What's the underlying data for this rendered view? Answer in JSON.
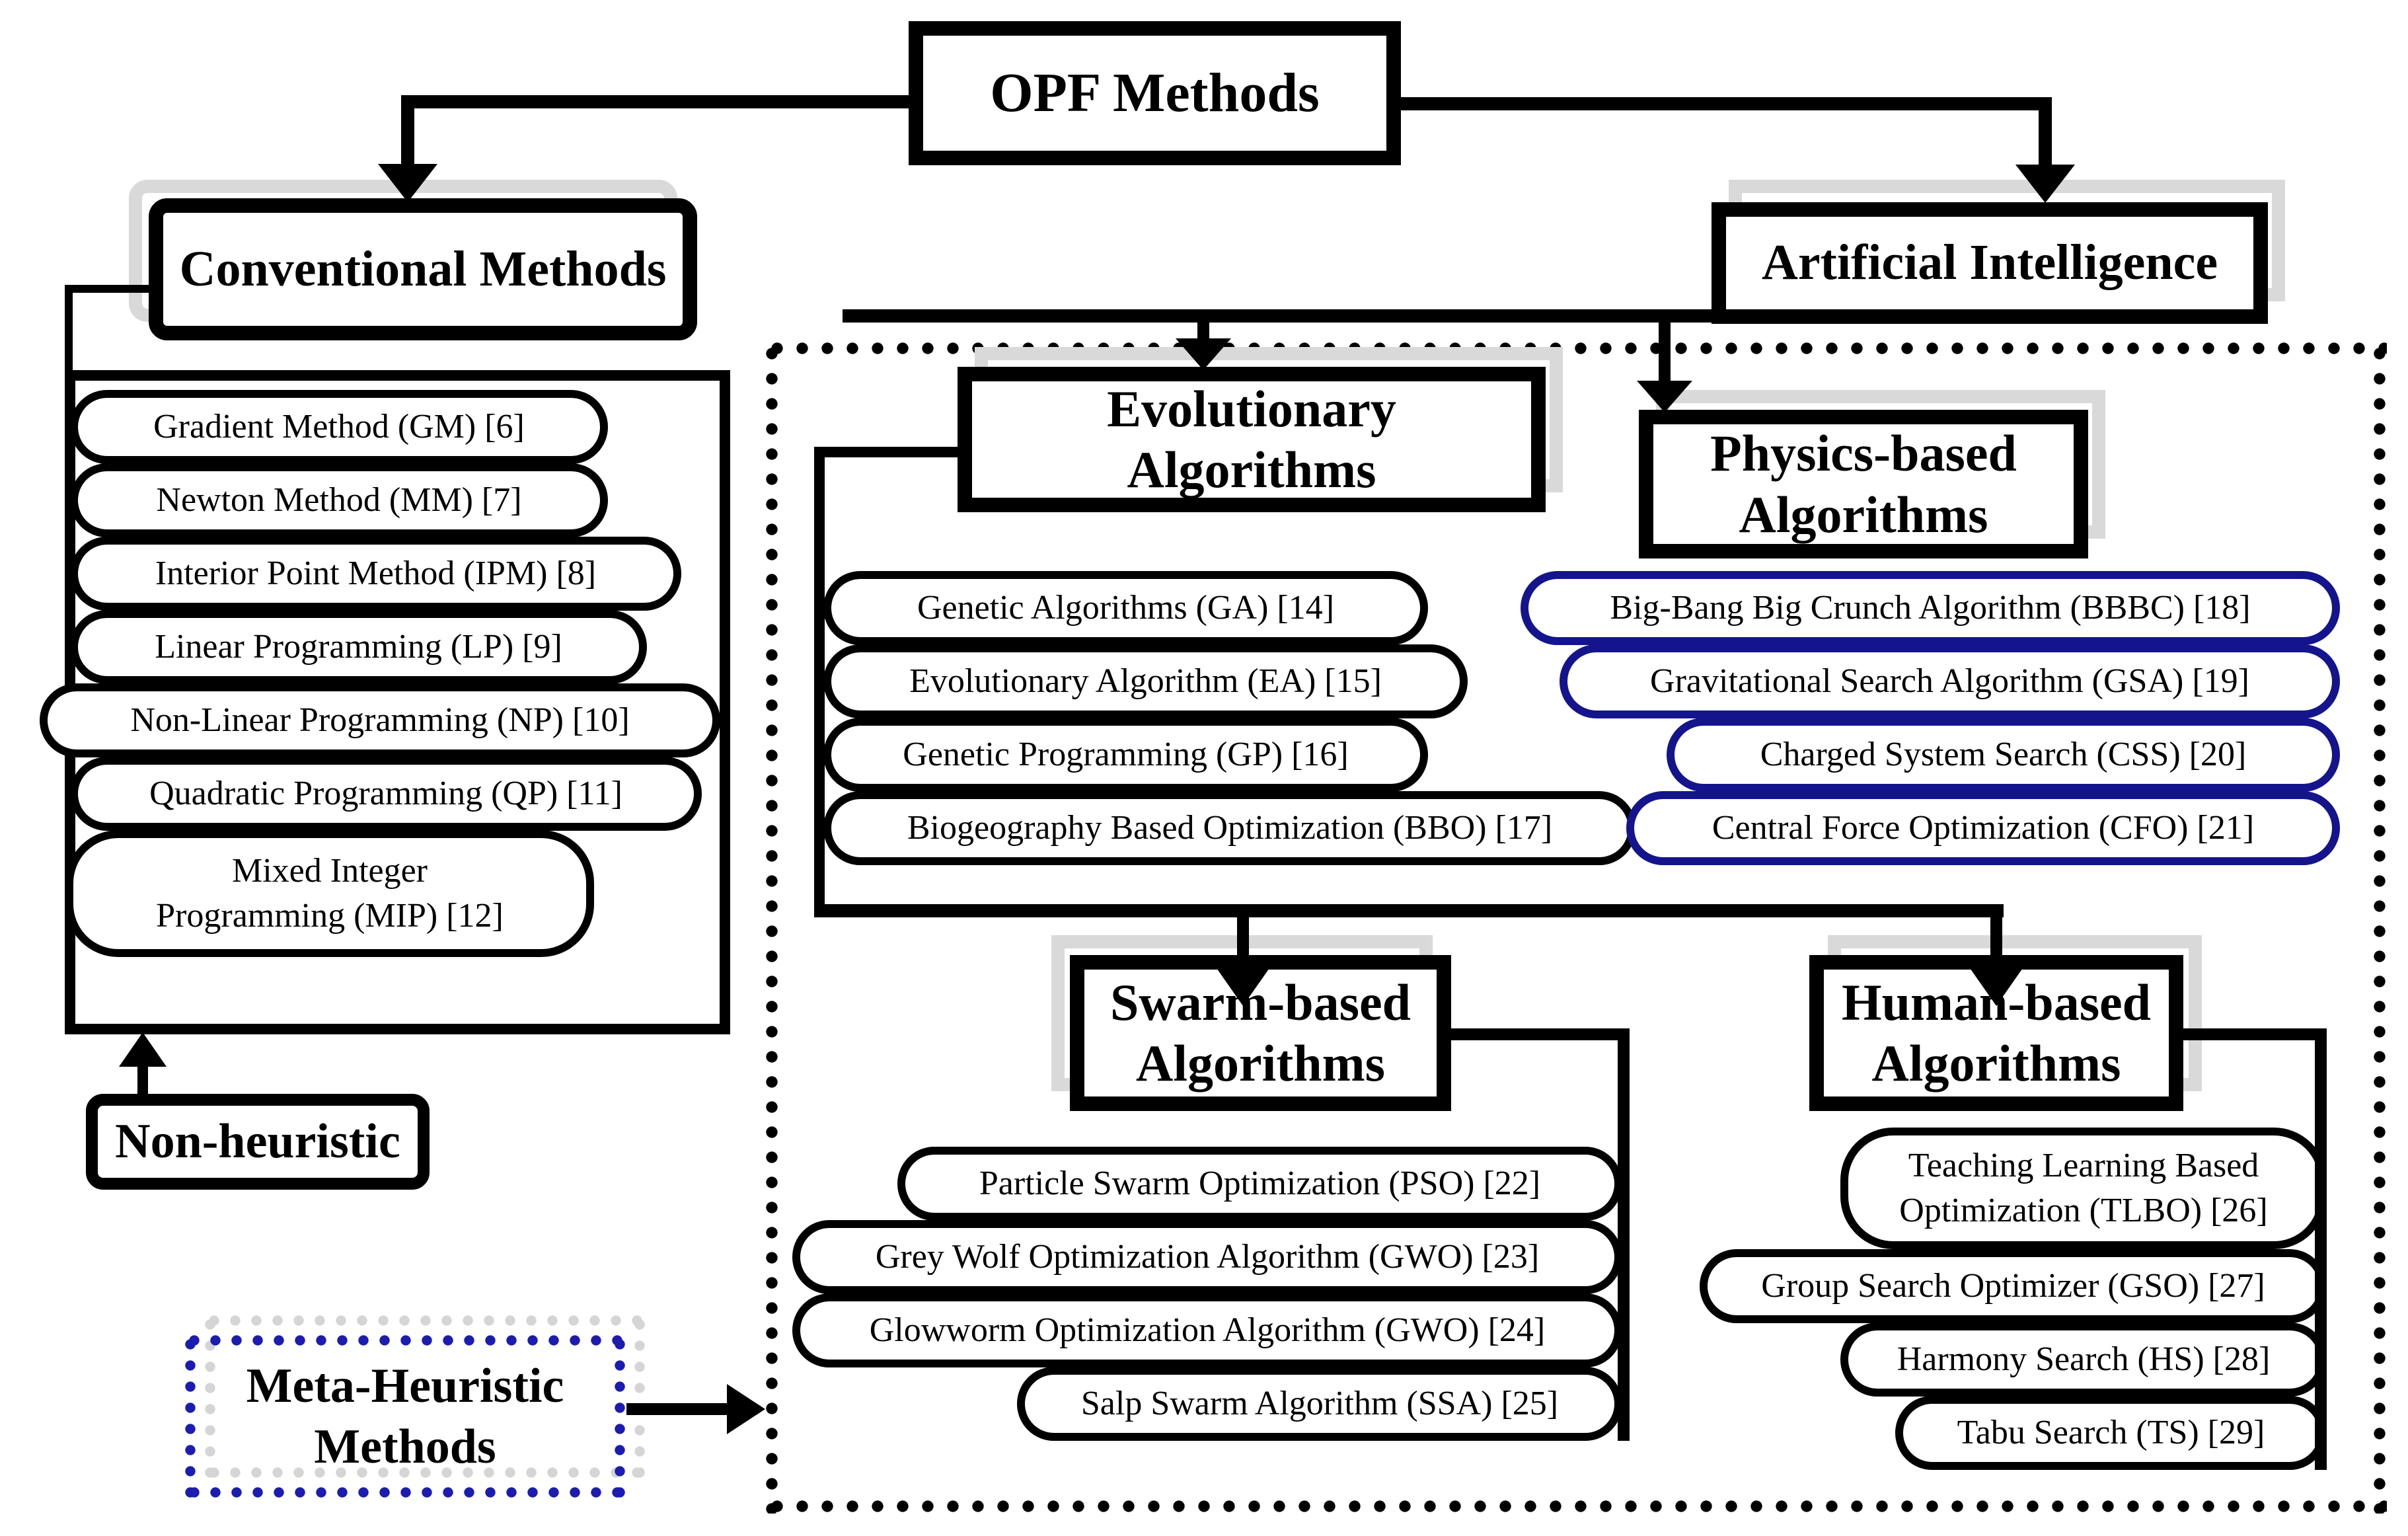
{
  "colors": {
    "black": "#000000",
    "physics_pill_border_blue": "#14148c",
    "meta_dots_blue": "#1c1cb0",
    "shadow_gray": "#d9d9d9"
  },
  "root": {
    "title": "OPF Methods"
  },
  "conventional": {
    "title": "Conventional Methods",
    "tag": "Non-heuristic",
    "items": [
      {
        "label": "Gradient Method (GM) [6]"
      },
      {
        "label": "Newton Method (MM) [7]"
      },
      {
        "label": "Interior Point Method (IPM) [8]"
      },
      {
        "label": "Linear Programming (LP) [9]"
      },
      {
        "label": "Non-Linear Programming (NP) [10]"
      },
      {
        "label": "Quadratic Programming (QP) [11]"
      },
      {
        "label": "Mixed Integer\nProgramming (MIP) [12]"
      }
    ]
  },
  "ai": {
    "title": "Artificial Intelligence"
  },
  "meta": {
    "title": "Meta-Heuristic\nMethods"
  },
  "groups": {
    "evolutionary": {
      "title": "Evolutionary\nAlgorithms",
      "items": [
        {
          "label": "Genetic Algorithms (GA) [14]"
        },
        {
          "label": "Evolutionary Algorithm (EA) [15]"
        },
        {
          "label": "Genetic Programming (GP) [16]"
        },
        {
          "label": "Biogeography Based Optimization (BBO) [17]"
        }
      ]
    },
    "physics": {
      "title": "Physics-based\nAlgorithms",
      "items": [
        {
          "label": "Big-Bang Big Crunch Algorithm (BBBC) [18]"
        },
        {
          "label": "Gravitational Search Algorithm (GSA) [19]"
        },
        {
          "label": "Charged System Search (CSS) [20]"
        },
        {
          "label": "Central Force Optimization (CFO) [21]"
        }
      ]
    },
    "swarm": {
      "title": "Swarm-based\nAlgorithms",
      "items": [
        {
          "label": "Particle Swarm Optimization (PSO) [22]"
        },
        {
          "label": "Grey Wolf Optimization Algorithm (GWO) [23]"
        },
        {
          "label": "Glowworm Optimization Algorithm (GWO) [24]"
        },
        {
          "label": "Salp Swarm Algorithm (SSA) [25]"
        }
      ]
    },
    "human": {
      "title": "Human-based\nAlgorithms",
      "items": [
        {
          "label": "Teaching Learning Based\nOptimization (TLBO) [26]"
        },
        {
          "label": "Group Search Optimizer (GSO) [27]"
        },
        {
          "label": "Harmony Search (HS) [28]"
        },
        {
          "label": "Tabu Search (TS) [29]"
        }
      ]
    }
  }
}
